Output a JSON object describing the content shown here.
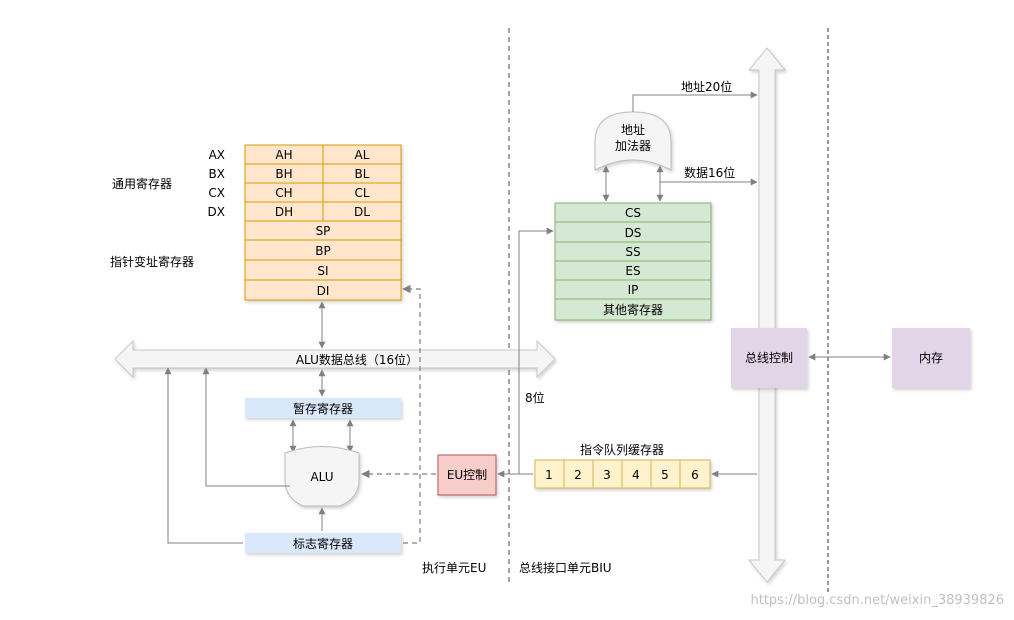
{
  "general_registers": {
    "group_label": "通用寄存器",
    "rows": [
      {
        "name": "AX",
        "high": "AH",
        "low": "AL"
      },
      {
        "name": "BX",
        "high": "BH",
        "low": "BL"
      },
      {
        "name": "CX",
        "high": "CH",
        "low": "CL"
      },
      {
        "name": "DX",
        "high": "DH",
        "low": "DL"
      }
    ]
  },
  "pointer_registers": {
    "group_label": "指针变址寄存器",
    "items": [
      "SP",
      "BP",
      "SI",
      "DI"
    ]
  },
  "segment_registers": {
    "items": [
      "CS",
      "DS",
      "SS",
      "ES",
      "IP",
      "其他寄存器"
    ]
  },
  "address_adder": {
    "line1": "地址",
    "line2": "加法器"
  },
  "labels": {
    "address_bus": "地址20位",
    "data_bus": "数据16位",
    "alu_bus": "ALU数据总线（16位）",
    "eight_bit": "8位",
    "instruction_queue": "指令队列缓存器",
    "eu_section": "执行单元EU",
    "biu_section": "总线接口单元BIU",
    "watermark": "https://blog.csdn.net/weixin_38939826"
  },
  "temp_register": "暂存寄存器",
  "flag_register": "标志寄存器",
  "alu": "ALU",
  "eu_control": "EU控制",
  "bus_control": "总线控制",
  "memory": "内存",
  "queue_slots": [
    "1",
    "2",
    "3",
    "4",
    "5",
    "6"
  ],
  "colors": {
    "orange_fill": "#ffe6cc",
    "orange_stroke": "#d79b00",
    "green_fill": "#d5e8d4",
    "green_stroke": "#82b366",
    "blue_fill": "#dae8fc",
    "yellow_fill": "#fff2cc",
    "yellow_stroke": "#d6b656",
    "red_fill": "#f8cecc",
    "red_stroke": "#b85450",
    "purple_fill": "#e1d5e7",
    "arrow": "#808080",
    "bus_fill": "#f5f5f5"
  }
}
